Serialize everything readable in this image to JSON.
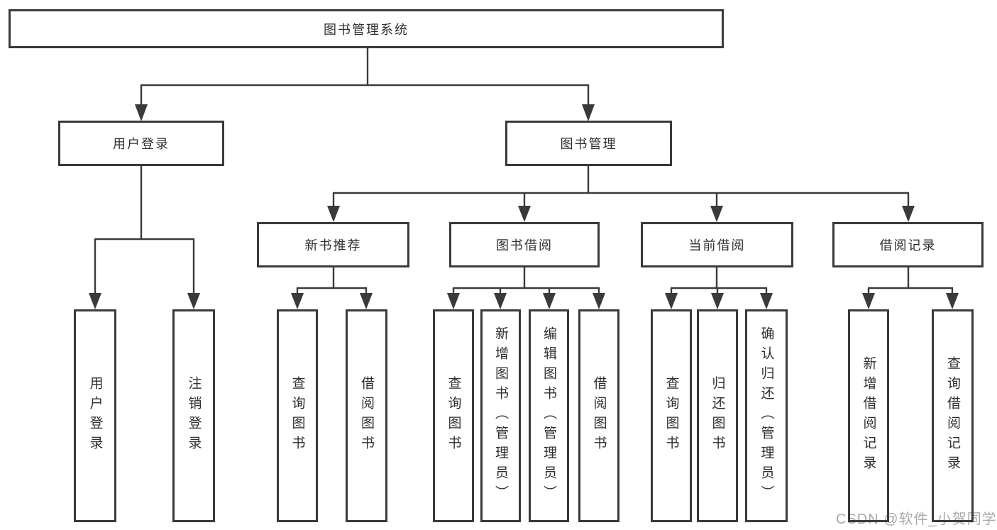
{
  "colors": {
    "connector": "#3a3a3a",
    "box_border": "#3a3a3a",
    "text": "#2f2f2f",
    "watermark": "#a8a8a8",
    "background": "#ffffff"
  },
  "tree": {
    "root": "图书管理系统",
    "user": {
      "label": "用户登录",
      "children": [
        "用户登录",
        "注销登录"
      ]
    },
    "management": {
      "label": "图书管理",
      "groups": [
        {
          "label": "新书推荐",
          "children": [
            "查询图书",
            "借阅图书"
          ]
        },
        {
          "label": "图书借阅",
          "children": [
            "查询图书",
            "新增图书（管理员）",
            "编辑图书（管理员）",
            "借阅图书"
          ]
        },
        {
          "label": "当前借阅",
          "children": [
            "查询图书",
            "归还图书",
            "确认归还（管理员）"
          ]
        },
        {
          "label": "借阅记录",
          "children": [
            "新增借阅记录",
            "查询借阅记录"
          ]
        }
      ]
    }
  },
  "watermark": "CSDN @软件_小贺同学"
}
